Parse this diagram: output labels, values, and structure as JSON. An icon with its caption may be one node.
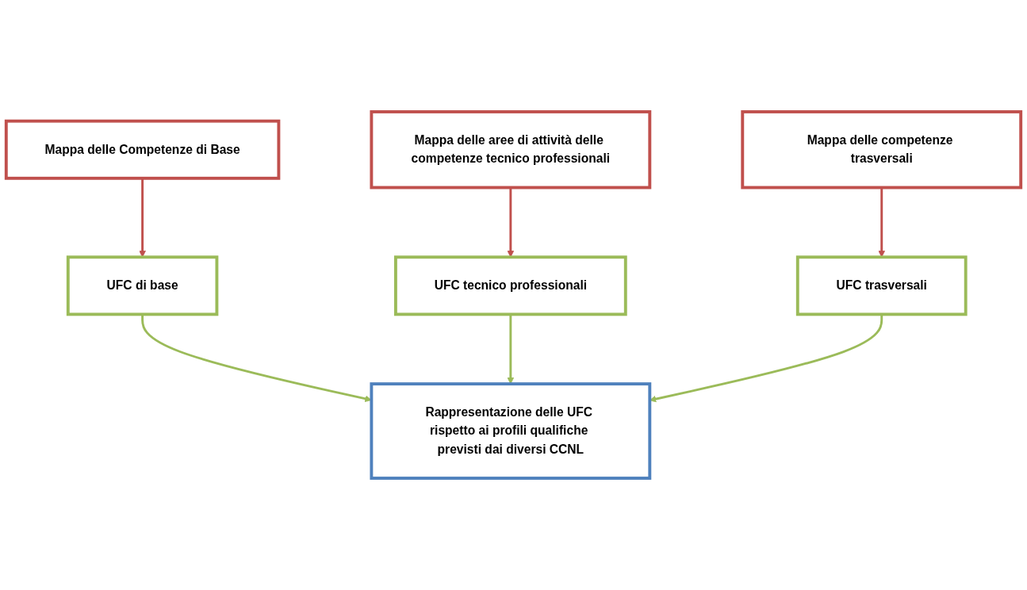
{
  "diagram": {
    "nodes": [
      {
        "text": [
          "Mappa delle Competenze di Base"
        ]
      },
      {
        "text": [
          "Mappa delle aree di attività delle competenze tecnico professionali"
        ]
      },
      {
        "text": [
          "Mappa delle competenze trasversali"
        ]
      },
      {
        "text": [
          "UFC di base"
        ]
      },
      {
        "text": [
          "UFC tecnico professionali"
        ]
      },
      {
        "text": [
          "UFC trasversali"
        ]
      },
      {
        "text": [
          "Rappresentazione delle UFC rispetto ai profili qualifiche previsti dai diversi CCNL"
        ]
      }
    ],
    "edges": [
      {
        "from": 0,
        "to": 3,
        "arrow": "to",
        "color": "#c0504d"
      },
      {
        "from": 1,
        "to": 4,
        "arrow": "to",
        "color": "#c0504d"
      },
      {
        "from": 2,
        "to": 5,
        "arrow": "to",
        "color": "#c0504d"
      },
      {
        "from": 3,
        "to": 6,
        "arrow": "to",
        "color": "#9bbb59"
      },
      {
        "from": 4,
        "to": 6,
        "arrow": "to",
        "color": "#9bbb59"
      },
      {
        "from": 5,
        "to": 6,
        "arrow": "to",
        "color": "#9bbb59"
      }
    ]
  }
}
